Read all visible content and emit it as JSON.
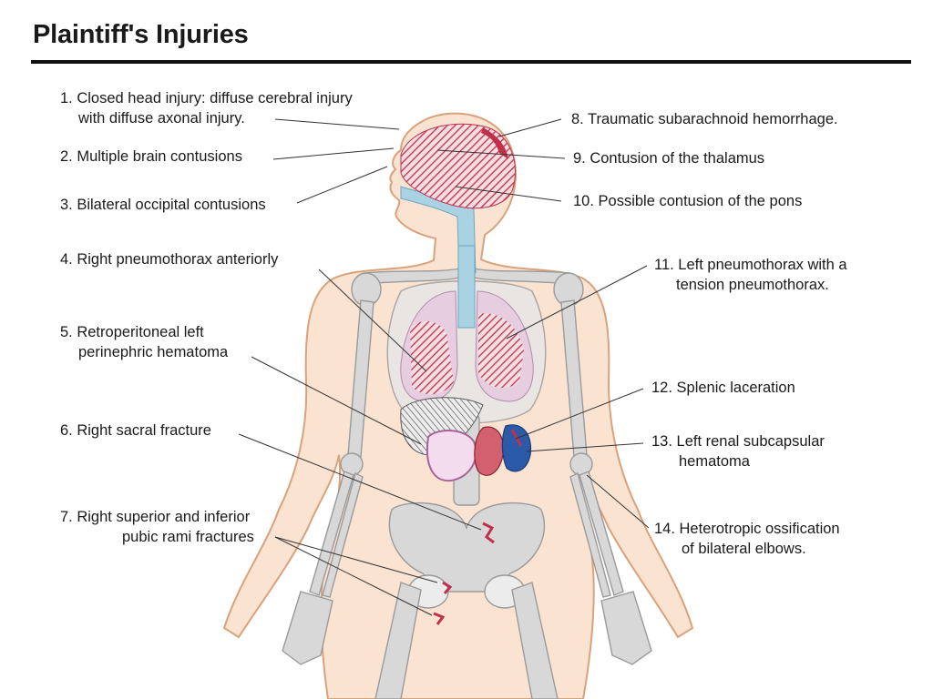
{
  "title": "Plaintiff's Injuries",
  "colors": {
    "skin": "#fbe3d2",
    "skin_outline": "#d9a27a",
    "bone": "#d8d8d8",
    "bone_outline": "#9a9a9a",
    "injury": "#c0304a",
    "lung": "#e6cde0",
    "airway": "#a9d2e3",
    "kidney_blue": "#2a5aa8",
    "rule": "#111111"
  },
  "labels": {
    "l1": {
      "line1": "1. Closed head injury: diffuse cerebral injury",
      "line2": "with diffuse axonal injury."
    },
    "l2": {
      "line1": "2. Multiple brain contusions"
    },
    "l3": {
      "line1": "3. Bilateral occipital contusions"
    },
    "l4": {
      "line1": "4. Right pneumothorax anteriorly"
    },
    "l5": {
      "line1": "5. Retroperitoneal left",
      "line2": "perinephric hematoma"
    },
    "l6": {
      "line1": "6. Right sacral fracture"
    },
    "l7": {
      "line1": "7. Right superior and inferior",
      "line2": "pubic rami fractures"
    },
    "l8": {
      "line1": "8. Traumatic subarachnoid hemorrhage."
    },
    "l9": {
      "line1": "9. Contusion of the thalamus"
    },
    "l10": {
      "line1": "10. Possible contusion of the pons"
    },
    "l11": {
      "line1": "11. Left pneumothorax with a",
      "line2": "tension pneumothorax."
    },
    "l12": {
      "line1": "12. Splenic laceration"
    },
    "l13": {
      "line1": "13. Left renal subcapsular",
      "line2": "hematoma"
    },
    "l14": {
      "line1": "14. Heterotropic ossification",
      "line2": "of bilateral elbows."
    }
  }
}
